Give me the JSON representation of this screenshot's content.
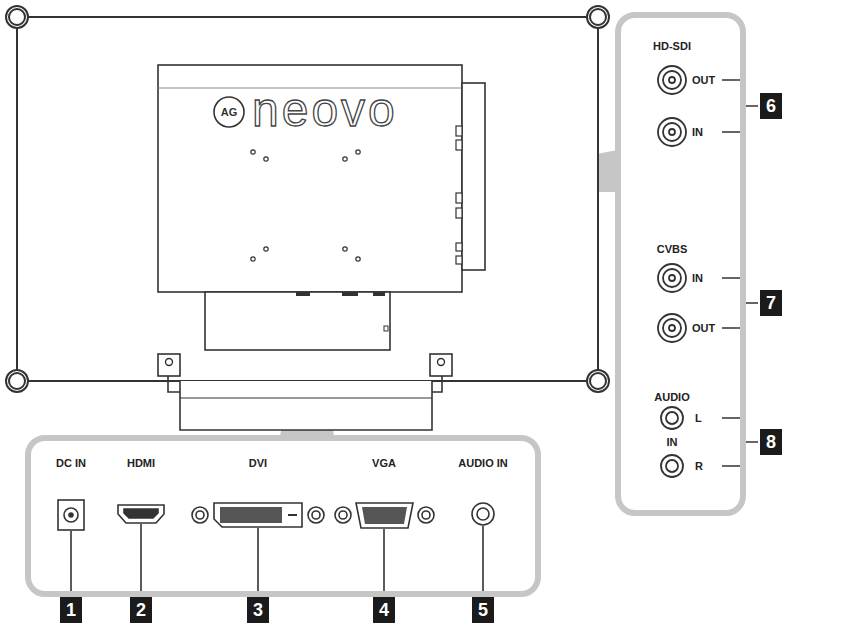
{
  "diagram": {
    "nodes": [
      {
        "text": [
          "DC IN",
          "HDMI",
          "DVI",
          "VGA",
          "AUDIO IN"
        ]
      },
      {
        "text": [
          "1"
        ]
      },
      {
        "text": [
          "2"
        ]
      },
      {
        "text": [
          "3"
        ]
      },
      {
        "text": [
          "4"
        ]
      },
      {
        "text": [
          "5"
        ]
      },
      {
        "text": [
          "HD-SDI",
          "OUT",
          "IN",
          "CVBS",
          "IN",
          "OUT",
          "AUDIO",
          "L",
          "IN",
          "R"
        ]
      },
      {
        "text": [
          "6"
        ]
      },
      {
        "text": [
          "7"
        ]
      },
      {
        "text": [
          "8"
        ]
      }
    ],
    "labels": [
      "AG",
      "neovo"
    ]
  }
}
